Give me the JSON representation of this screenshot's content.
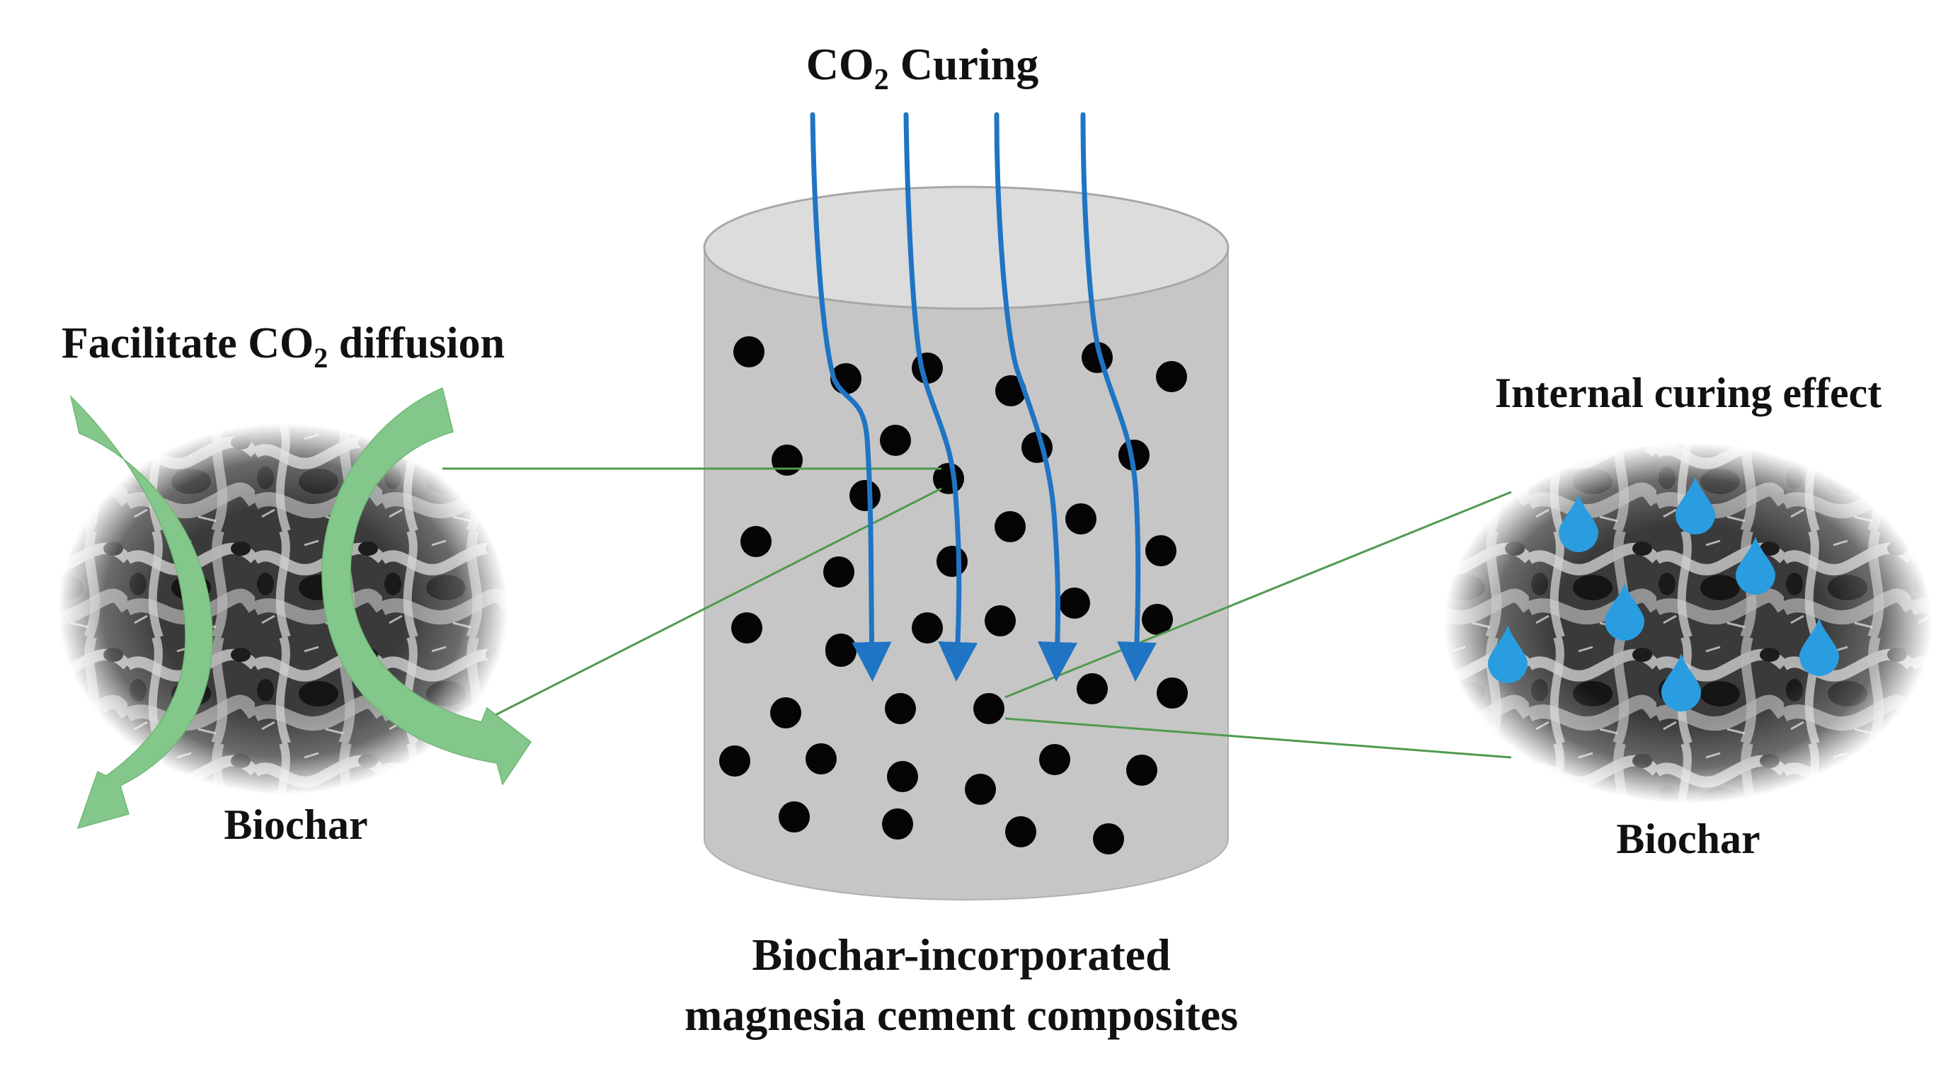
{
  "labels": {
    "co2_curing": {
      "pre": "CO",
      "sub": "2",
      "post": " Curing"
    },
    "facilitate": {
      "pre": "Facilitate CO",
      "sub": "2",
      "post": " diffusion"
    },
    "internal_curing": "Internal curing effect",
    "biochar_left": "Biochar",
    "biochar_right": "Biochar",
    "composite_line1": "Biochar-incorporated",
    "composite_line2": "magnesia cement composites"
  },
  "colors": {
    "background": "#ffffff",
    "cylinder_body": "#c6c6c6",
    "cylinder_top": "#dcdcdc",
    "particle": "#050505",
    "co2_arrow": "#1f74c4",
    "diffusion_arrow": "#84c78a",
    "connector_line": "#4f9a4f",
    "water_drop": "#2a9de0",
    "micrograph_dark": "#2a2a2a",
    "micrograph_light": "#b8b8b8"
  },
  "icons": {
    "co2_flow": "down-arrow",
    "diffusion": "curved-arrow",
    "moisture": "water-drop-icon",
    "particle": "biochar-particle"
  }
}
